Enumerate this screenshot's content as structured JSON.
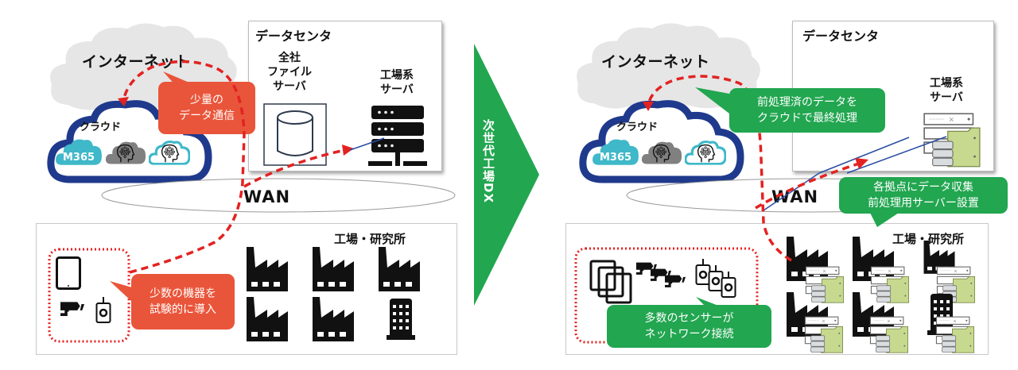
{
  "arrow": {
    "label": "次世代工場DX",
    "color": "#22a650"
  },
  "colors": {
    "callout_orange": "#e9553a",
    "callout_green": "#22a650",
    "flow_dash": "#e32222",
    "cloud_outline": "#1f3a8c",
    "cloud_internet": "#e6e6e6",
    "m365": "#3fb8c9",
    "server_green": "#c6d98e"
  },
  "before": {
    "internet_label": "インターネット",
    "cloud_label": "クラウド",
    "cloud_services": [
      {
        "name": "M365",
        "icon": "m365-cloud-icon"
      },
      {
        "name": "ai-head-gray",
        "icon": "ai-head-icon"
      },
      {
        "name": "ai-head-teal",
        "icon": "ai-head-icon"
      }
    ],
    "datacenter": {
      "title": "データセンタ",
      "file_server_label_1": "全社",
      "file_server_label_2": "ファイル",
      "file_server_label_3": "サーバ",
      "factory_server_label_1": "工場系",
      "factory_server_label_2": "サーバ"
    },
    "wan_label": "WAN",
    "factory_area_title": "工場・研究所",
    "callout_top": {
      "line1": "少量の",
      "line2": "データ通信"
    },
    "callout_bottom": {
      "line1": "少数の機器を",
      "line2": "試験的に導入"
    },
    "devices": [
      "tablet-icon",
      "camera-icon",
      "sensor-icon"
    ],
    "sites": [
      "factory",
      "factory",
      "factory",
      "factory",
      "factory",
      "building"
    ]
  },
  "after": {
    "internet_label": "インターネット",
    "cloud_label": "クラウド",
    "cloud_services": [
      {
        "name": "M365",
        "icon": "m365-cloud-icon"
      },
      {
        "name": "ai-head-gray",
        "icon": "ai-head-icon"
      },
      {
        "name": "ai-head-teal",
        "icon": "ai-head-icon"
      }
    ],
    "datacenter": {
      "title": "データセンタ",
      "factory_server_label_1": "工場系",
      "factory_server_label_2": "サーバ"
    },
    "wan_label": "WAN",
    "factory_area_title": "工場・研究所",
    "callout_top": {
      "line1": "前処理済のデータを",
      "line2": "クラウドで最終処理"
    },
    "callout_mid": {
      "line1": "各拠点にデータ収集",
      "line2": "前処理用サーバー設置"
    },
    "callout_bottom": {
      "line1": "多数のセンサーが",
      "line2": "ネットワーク接続"
    },
    "devices": [
      "tablets-icon",
      "cameras-icon",
      "sensors-icon"
    ],
    "sites": [
      "factory+server",
      "factory+server",
      "factory+server",
      "factory+server",
      "factory+server",
      "building+server"
    ]
  }
}
